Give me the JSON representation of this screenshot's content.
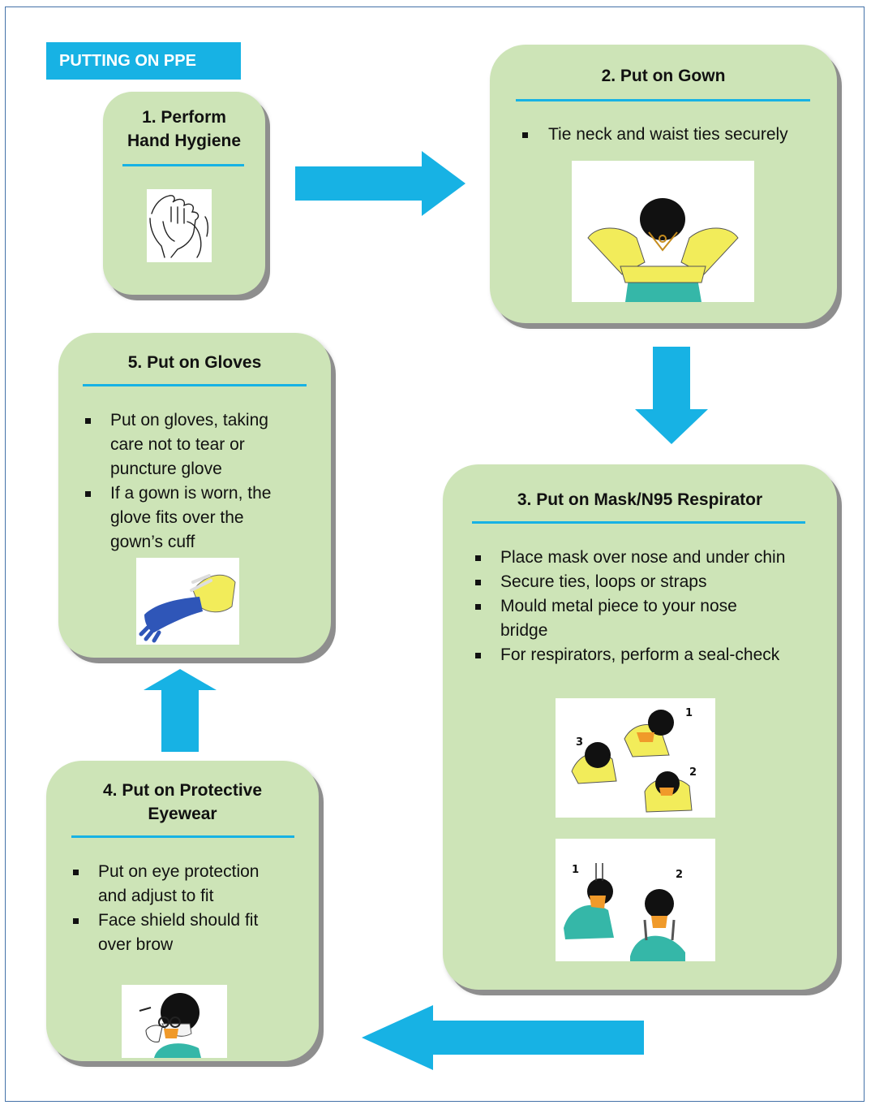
{
  "banner": {
    "title": "PUTTING ON PPE"
  },
  "steps": {
    "step1": {
      "title_line1": "1.  Perform",
      "title_line2": "Hand Hygiene"
    },
    "step2": {
      "title": "2.  Put on Gown",
      "bullets": [
        "Tie neck and waist ties securely"
      ]
    },
    "step3": {
      "title": "3.  Put on Mask/N95 Respirator",
      "bullets": [
        "Place mask over nose and under chin",
        "Secure ties, loops or straps",
        "Mould metal piece to your nose",
        "bridge",
        "For respirators, perform a seal-check"
      ],
      "image1_labels": [
        "1",
        "2",
        "3"
      ],
      "image2_labels": [
        "1",
        "2"
      ]
    },
    "step4": {
      "title_line1": "4.  Put on Protective",
      "title_line2": "Eyewear",
      "bullets": [
        "Put on eye protection",
        "and adjust to fit",
        "Face shield should fit",
        "over brow"
      ]
    },
    "step5": {
      "title": "5.  Put on Gloves",
      "bullets": [
        "Put on gloves, taking",
        "care not to tear or",
        "puncture glove",
        "If a gown is worn, the",
        "glove fits over the",
        "gown’s cuff"
      ]
    }
  },
  "colors": {
    "card_fill": "#cde4b7",
    "accent": "#17b2e4",
    "frame": "#4472a8"
  }
}
